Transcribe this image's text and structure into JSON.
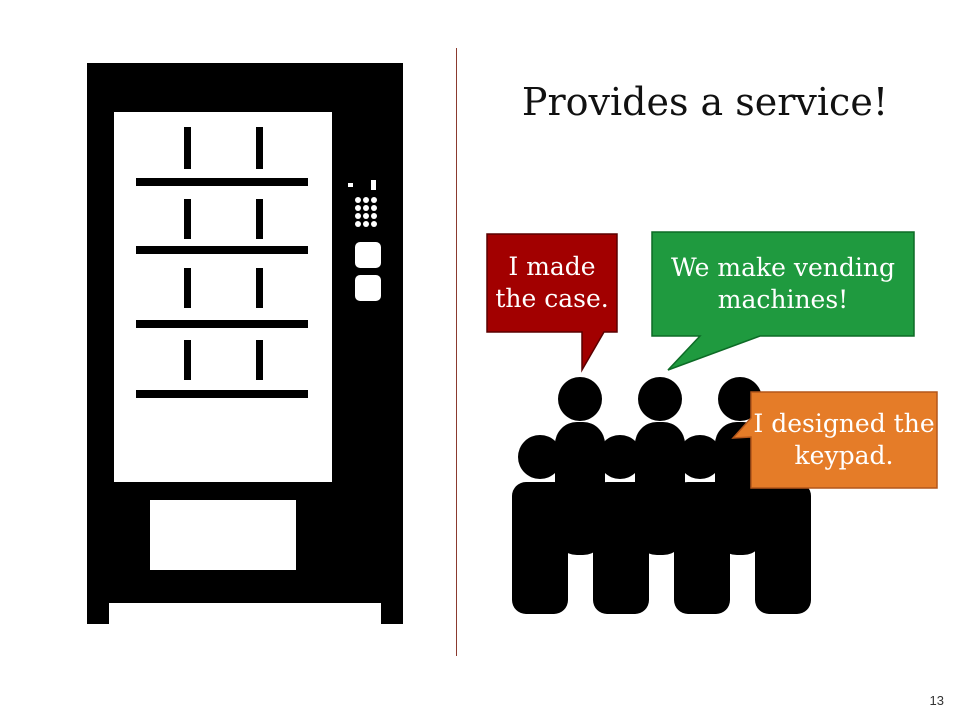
{
  "slide": {
    "title": "Provides a service!",
    "page_number": "13"
  },
  "bubbles": {
    "red": {
      "text": "I made the case.",
      "color": "#a20000"
    },
    "green": {
      "text": "We make vending machines!",
      "color": "#1f9a3f"
    },
    "orange": {
      "text": "I designed the keypad.",
      "color": "#e57c28"
    }
  },
  "colors": {
    "divider": "#8b3a2f",
    "machine": "#000000"
  },
  "icons": {
    "machine": "vending-machine-icon",
    "people": "people-group-icon"
  }
}
